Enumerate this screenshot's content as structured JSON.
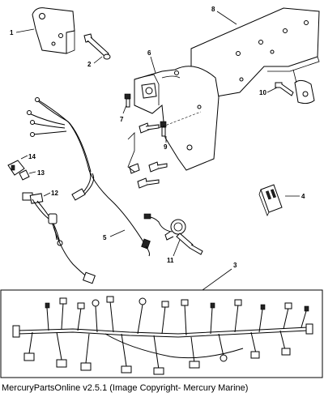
{
  "callouts": {
    "c1": "1",
    "c2": "2",
    "c3": "3",
    "c4": "4",
    "c5": "5",
    "c6": "6",
    "c7": "7",
    "c8": "8",
    "c9": "9",
    "c10": "10",
    "c11": "11",
    "c12": "12",
    "c13": "13",
    "c14": "14"
  },
  "caption": "MercuryPartsOnline v2.5.1 (Image Copyright- Mercury Marine)"
}
